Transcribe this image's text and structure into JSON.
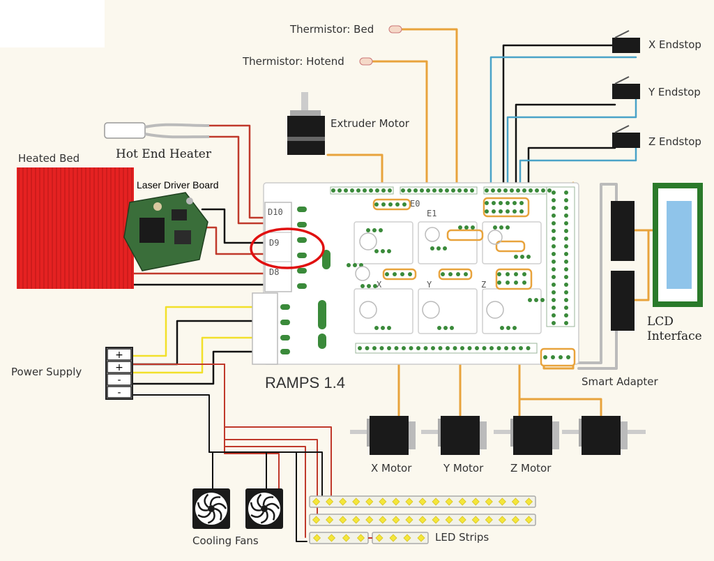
{
  "labels": {
    "thermistor_bed": "Thermistor: Bed",
    "thermistor_hotend": "Thermistor: Hotend",
    "extruder_motor": "Extruder Motor",
    "hot_end_heater": "Hot End Heater",
    "heated_bed": "Heated Bed",
    "laser_driver_board": "Laser Driver Board",
    "x_endstop": "X Endstop",
    "y_endstop": "Y Endstop",
    "z_endstop": "Z Endstop",
    "lcd_interface_line1": "LCD",
    "lcd_interface_line2": "Interface",
    "smart_adapter": "Smart Adapter",
    "power_supply": "Power Supply",
    "ramps": "RAMPS 1.4",
    "x_motor": "X Motor",
    "y_motor": "Y Motor",
    "z_motor": "Z Motor",
    "cooling_fans": "Cooling Fans",
    "led_strips": "LED Strips"
  },
  "board_marks": {
    "d10": "D10",
    "d9": "D9",
    "d8": "D8",
    "e0": "E0",
    "e1": "E1",
    "x": "X",
    "y": "Y",
    "z": "Z"
  },
  "power_terminals": [
    "+",
    "+",
    "-",
    "-"
  ],
  "colors": {
    "wire_orange": "#e8a33c",
    "wire_red": "#c0392b",
    "wire_black": "#111111",
    "wire_blue": "#4aa3c8",
    "wire_yellow": "#f2e02a",
    "wire_gray": "#bbbbbb",
    "heated_bed": "#e52222",
    "highlight_circle": "#e01010",
    "pcb_green": "#3a8a3a",
    "lcd_screen": "#8fc4ea",
    "lcd_frame": "#2a7a2a",
    "led_yellow": "#f4e63a",
    "background_panel": "#fbf8ee"
  }
}
